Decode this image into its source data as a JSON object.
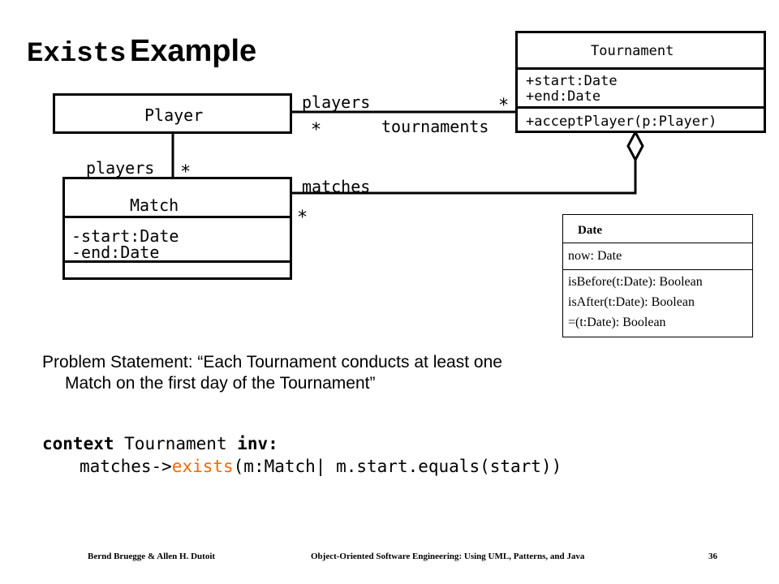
{
  "title": {
    "part1": "Exists",
    "part2": "Example"
  },
  "diagram": {
    "tournament": {
      "name": "Tournament",
      "attributes": [
        "+start:Date",
        "+end:Date"
      ],
      "operations": [
        "+acceptPlayer(p:Player)"
      ]
    },
    "player": {
      "name": "Player"
    },
    "match": {
      "name": "Match",
      "attributes": [
        "-start:Date",
        "-end:Date"
      ]
    },
    "date": {
      "name": "Date",
      "attributes": [
        "now: Date"
      ],
      "operations": [
        "isBefore(t:Date): Boolean",
        "isAfter(t:Date): Boolean",
        "=(t:Date): Boolean"
      ]
    },
    "associations": {
      "player_tournament": {
        "role_near_tournament": "players",
        "mult_near_tournament": "*",
        "role_near_player": "tournaments",
        "mult_near_player": "*"
      },
      "player_match": {
        "role": "players",
        "mult": "*"
      },
      "tournament_match": {
        "role": "matches",
        "mult": "*"
      }
    }
  },
  "problem": {
    "line1": "Problem Statement: “Each Tournament conducts at least one",
    "line2": "Match on the first day of the Tournament”"
  },
  "code": {
    "kw_context": "context",
    "context_name": " Tournament ",
    "kw_inv": "inv",
    "colon": ":",
    "line2_pre": "matches->",
    "line2_fn": "exists",
    "line2_post": "(m:Match| m.start.equals(start))"
  },
  "footer": {
    "authors": "Bernd Bruegge & Allen H. Dutoit",
    "book": "Object-Oriented Software Engineering: Using UML, Patterns, and Java",
    "page": "36"
  }
}
